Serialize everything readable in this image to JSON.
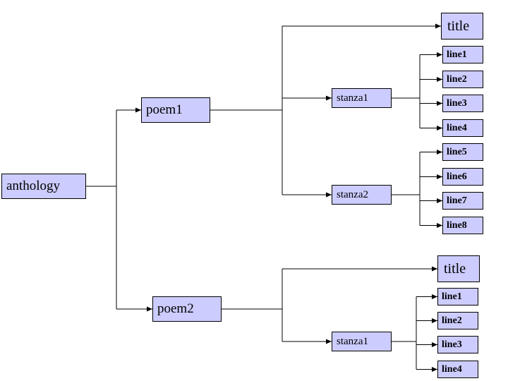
{
  "colors": {
    "node_fill": "#ccccff",
    "node_border": "#000000",
    "connector": "#000000",
    "background": "#ffffff"
  },
  "nodes": {
    "anthology": "anthology",
    "poem1": {
      "label": "poem1",
      "title": "title",
      "stanza1": {
        "label": "stanza1",
        "lines": [
          "line1",
          "line2",
          "line3",
          "line4"
        ]
      },
      "stanza2": {
        "label": "stanza2",
        "lines": [
          "line5",
          "line6",
          "line7",
          "line8"
        ]
      }
    },
    "poem2": {
      "label": "poem2",
      "title": "title",
      "stanza1": {
        "label": "stanza1",
        "lines": [
          "line1",
          "line2",
          "line3",
          "line4"
        ]
      }
    }
  }
}
